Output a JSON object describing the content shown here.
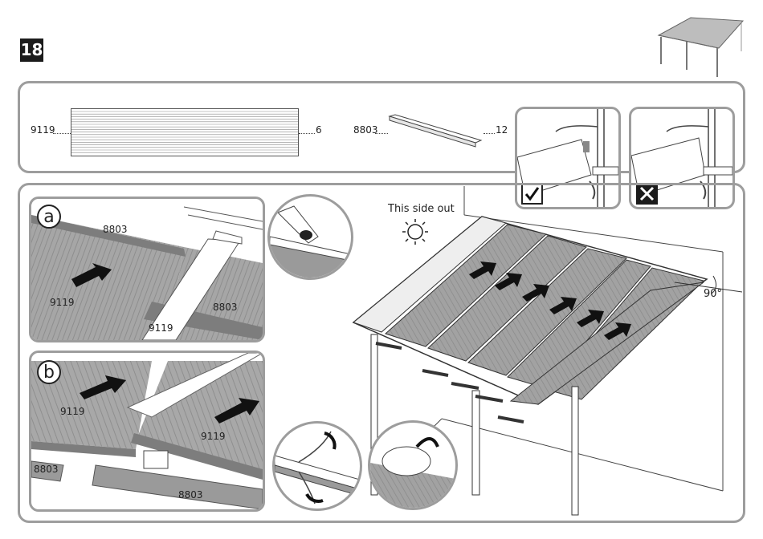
{
  "step": {
    "number": "18"
  },
  "parts": [
    {
      "code": "9119",
      "quantity": "6"
    },
    {
      "code": "8803",
      "quantity": "12"
    }
  ],
  "panel_a": {
    "letter": "a",
    "labels": {
      "top_profile": "8803",
      "left_sheet": "9119",
      "right_profile": "8803",
      "bottom_sheet": "9119"
    }
  },
  "panel_b": {
    "letter": "b",
    "labels": {
      "left_sheet": "9119",
      "right_sheet": "9119",
      "left_profile": "8803",
      "bottom_profile": "8803"
    }
  },
  "main": {
    "this_side_out": "This side out",
    "angle": "90°"
  },
  "status_icons": {
    "correct": "check-icon",
    "incorrect": "x-icon"
  }
}
